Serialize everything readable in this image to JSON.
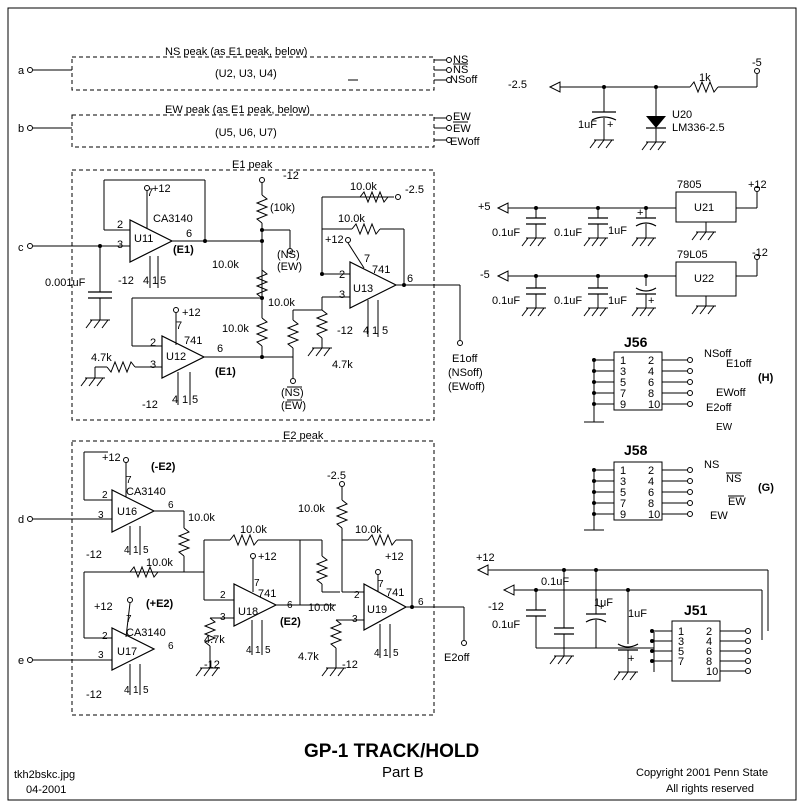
{
  "title": "GP-1 TRACK/HOLD",
  "subtitle": "Part B",
  "file_name": "tkh2bskc.jpg",
  "date": "04-2001",
  "copyright": "Copyright 2001 Penn State",
  "rights": "All rights reserved",
  "ns_block": {
    "input": "a",
    "title": "NS peak  (as E1 peak, below)",
    "parts": "(U2, U3, U4)",
    "out1": "NS",
    "out2": "NS",
    "out3": "NSoff"
  },
  "ew_block": {
    "input": "b",
    "title": "EW peak  (as E1 peak, below)",
    "parts": "(U5, U6, U7)",
    "out1": "EW",
    "out2": "EW",
    "out3": "EWoff"
  },
  "e1_block": {
    "title": "E1 peak",
    "input": "c",
    "u11": "U11",
    "ca3140": "CA3140",
    "u11_out": "(E1)",
    "u12": "U12",
    "u12_type": "741",
    "u12_out": "(E1)",
    "u13": "U13",
    "u13_type": "741",
    "cap": "0.001uF",
    "r_10k_paren": "(10k)",
    "r_10k": "10.0k",
    "r_4k7": "4.7k",
    "ns_paren": "(NS)",
    "ew_paren": "(EW)",
    "ns_over": "(NS)",
    "ew_under": "(EW)",
    "out1": "E1off",
    "out2": "(NSoff)",
    "out3": "(EWoff)",
    "v_p12": "+12",
    "v_m12": "-12",
    "v_m25": "-2.5",
    "p2": "2",
    "p3": "3",
    "p4": "4",
    "p5": "5",
    "p6": "6",
    "p7": "7",
    "p1": "1"
  },
  "e2_block": {
    "title": "E2 peak",
    "input_d": "d",
    "input_e": "e",
    "u16": "U16",
    "u16_lbl": "(-E2)",
    "u17": "U17",
    "u17_lbl": "(+E2)",
    "u18": "U18",
    "u18_out": "(E2)",
    "u19": "U19",
    "ca3140": "CA3140",
    "op741": "741",
    "r_10k": "10.0k",
    "r_4k7": "4.7k",
    "out": "E2off",
    "v_p12": "+12",
    "v_m12": "-12",
    "v_m25": "-2.5"
  },
  "power": {
    "ref_out": "-2.5",
    "r_1k": "1k",
    "v_m5": "-5",
    "cap_1uf": "1uF",
    "u20": "U20",
    "u20_type": "LM336-2.5",
    "p5": "+5",
    "m5": "-5",
    "u21": "U21",
    "u21_type": "7805",
    "u22": "U22",
    "u22_type": "79L05",
    "c01": "0.1uF",
    "c1": "1uF",
    "v_p12": "+12",
    "v_m12": "-12"
  },
  "j56": {
    "title": "J56",
    "left_pins": [
      "1",
      "3",
      "5",
      "7",
      "9"
    ],
    "right_pins": [
      "2",
      "4",
      "6",
      "8",
      "10"
    ],
    "signals": [
      "NSoff",
      "E1off",
      "(H)",
      "EWoff",
      "E2off"
    ],
    "footer": "EW"
  },
  "j58": {
    "title": "J58",
    "left_pins": [
      "1",
      "3",
      "5",
      "7",
      "9"
    ],
    "right_pins": [
      "2",
      "4",
      "6",
      "8",
      "10"
    ],
    "signals": [
      "NS",
      "NS",
      "(G)",
      "EW",
      "EW"
    ]
  },
  "j51": {
    "title": "J51",
    "left_pins": [
      "1",
      "3",
      "5",
      "7"
    ],
    "right_pins": [
      "2",
      "4",
      "6",
      "8",
      "10"
    ],
    "p12": "+12",
    "m12": "-12",
    "c01": "0.1uF",
    "c1": "1uF"
  }
}
